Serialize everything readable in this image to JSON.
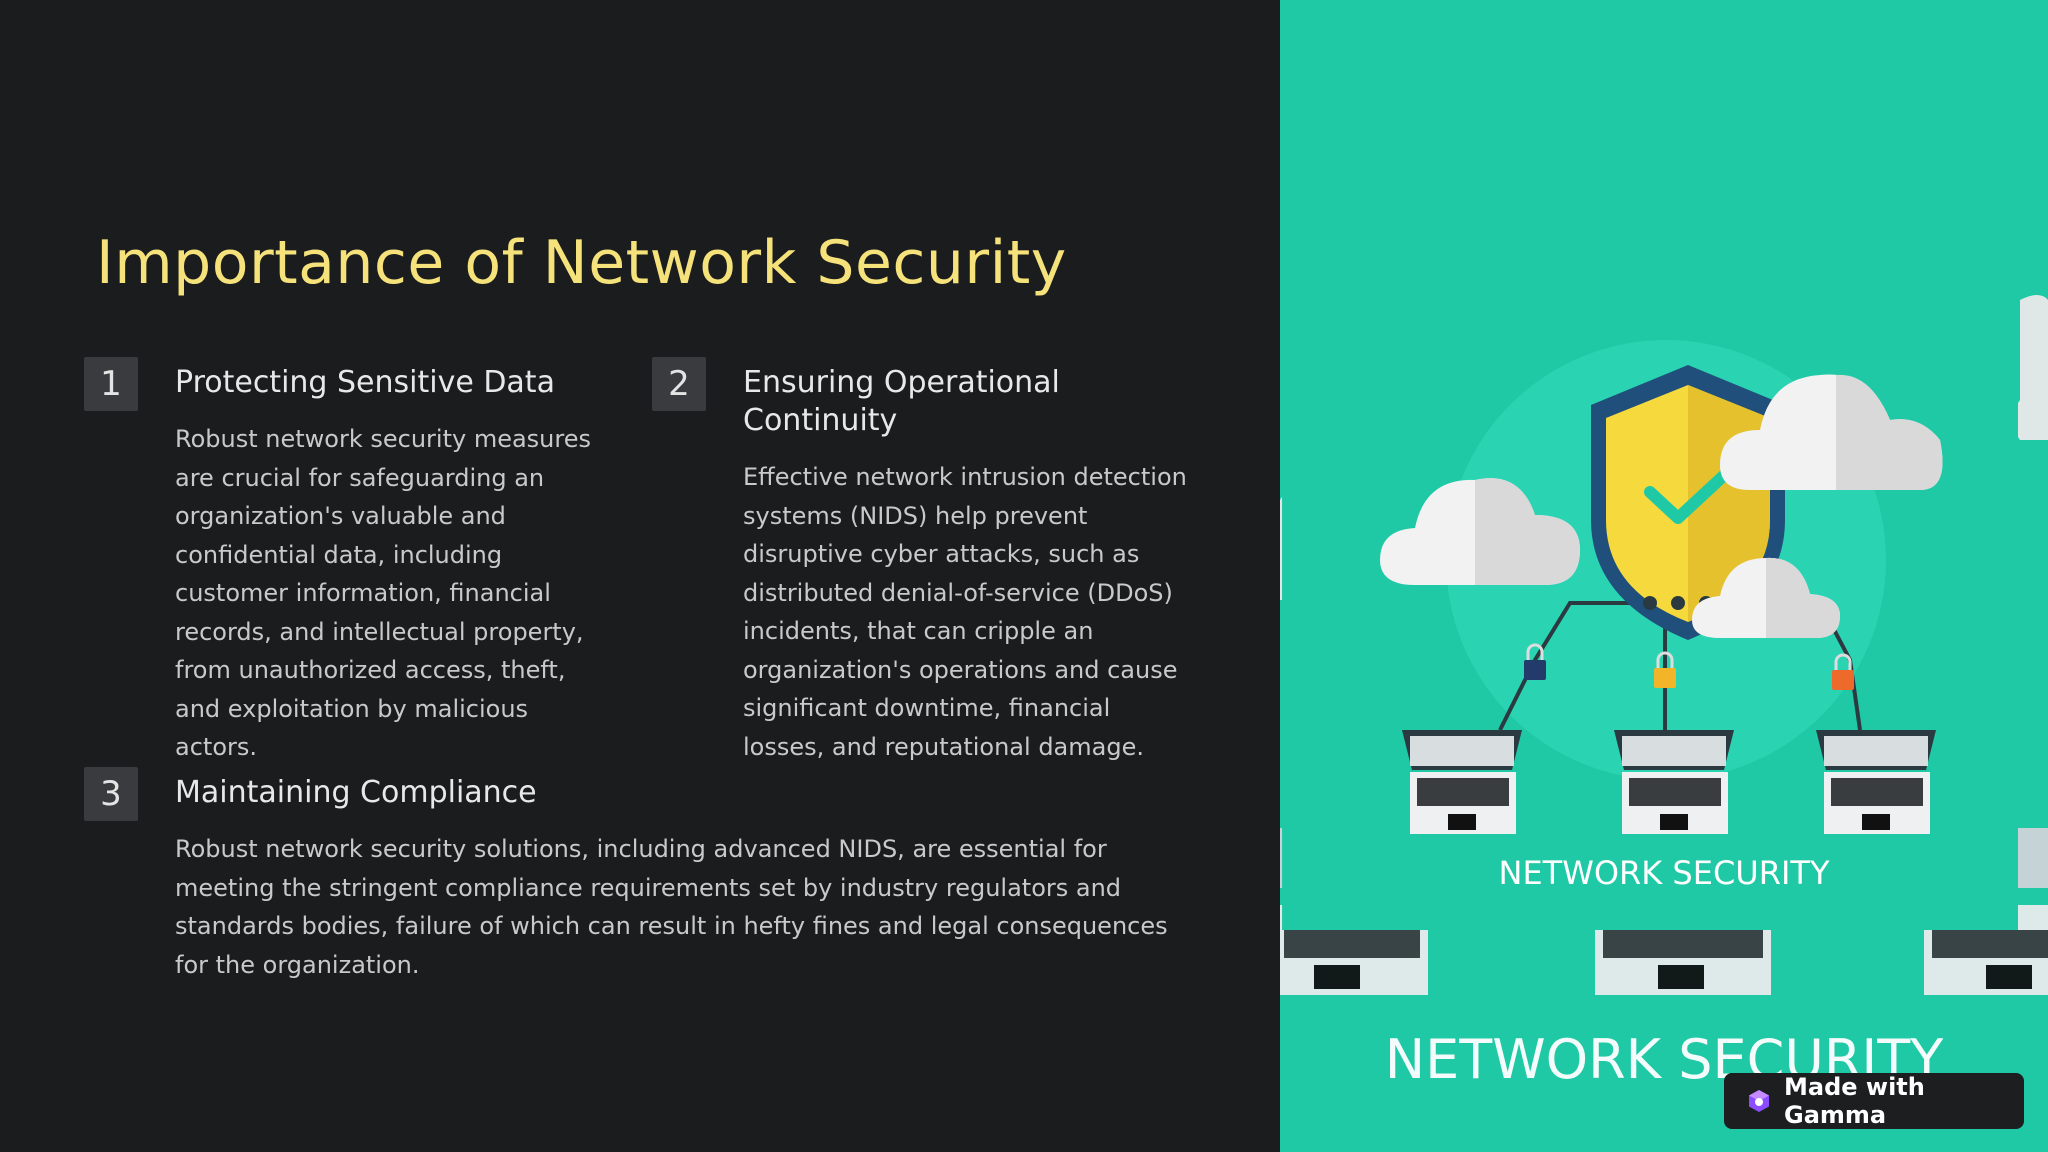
{
  "slide": {
    "title": "Importance of Network Security",
    "items": [
      {
        "number": "1",
        "title": "Protecting Sensitive Data",
        "body": "Robust network security measures are crucial for safeguarding an organization's valuable and confidential data, including customer information, financial records, and intellectual property, from unauthorized access, theft, and exploitation by malicious actors."
      },
      {
        "number": "2",
        "title": "Ensuring Operational Continuity",
        "body": "Effective network intrusion detection systems (NIDS) help prevent disruptive cyber attacks, such as distributed denial-of-service (DDoS) incidents, that can cripple an organization's operations and cause significant downtime, financial losses, and reputational damage."
      },
      {
        "number": "3",
        "title": "Maintaining Compliance",
        "body": "Robust network security solutions, including advanced NIDS, are essential for meeting the stringent compliance requirements set by industry regulators and standards bodies, failure of which can result in hefty fines and legal consequences for the organization."
      }
    ]
  },
  "illustration": {
    "caption_front": "NETWORK SECURITY",
    "caption_back": "NETWORK SECURITY",
    "background_color": "#1fc9a6",
    "icons": [
      "shield-check-icon",
      "cloud-icon",
      "laptop-icon",
      "padlock-icon"
    ]
  },
  "badge": {
    "label": "Made with Gamma",
    "icon": "gamma-logo-icon"
  }
}
